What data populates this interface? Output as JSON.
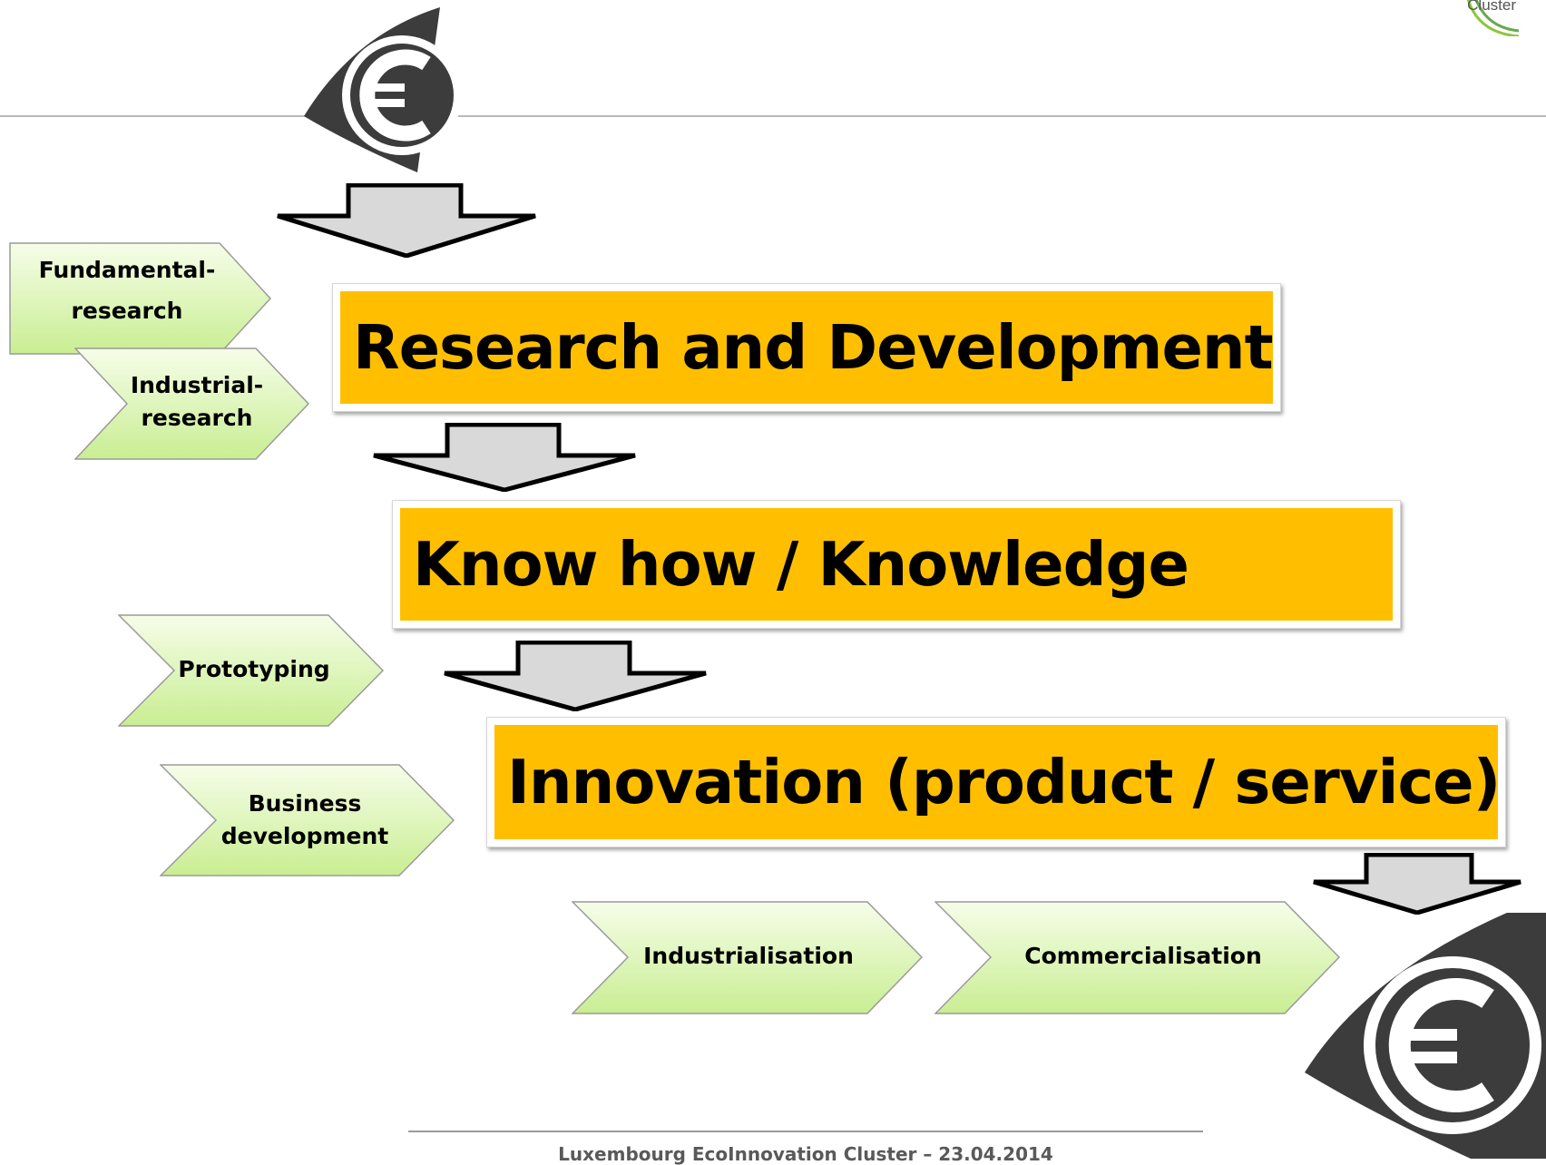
{
  "logo": {
    "text": "Cluster"
  },
  "stages": {
    "rd": "Research and Development",
    "knowhow": "Know how / Knowledge",
    "innovation": "Innovation (product  / service)"
  },
  "activities": {
    "fundamental": [
      "Fundamental-",
      "research"
    ],
    "industrial": [
      "Industrial-",
      "research"
    ],
    "prototyping": "Prototyping",
    "business": [
      "Business",
      "development"
    ],
    "industrialisation": "Industrialisation",
    "commercialisation": "Commercialisation"
  },
  "icons": {
    "top": "euro-eye-icon",
    "bottom": "euro-eye-icon"
  },
  "colors": {
    "stage_fill": "#ffbf00",
    "chevron_light": "#f6fde9",
    "chevron_dark": "#c9ee92",
    "icon_dark": "#3c3c3c"
  },
  "footer": {
    "text": "Luxembourg EcoInnovation Cluster – 23.04.2014"
  }
}
